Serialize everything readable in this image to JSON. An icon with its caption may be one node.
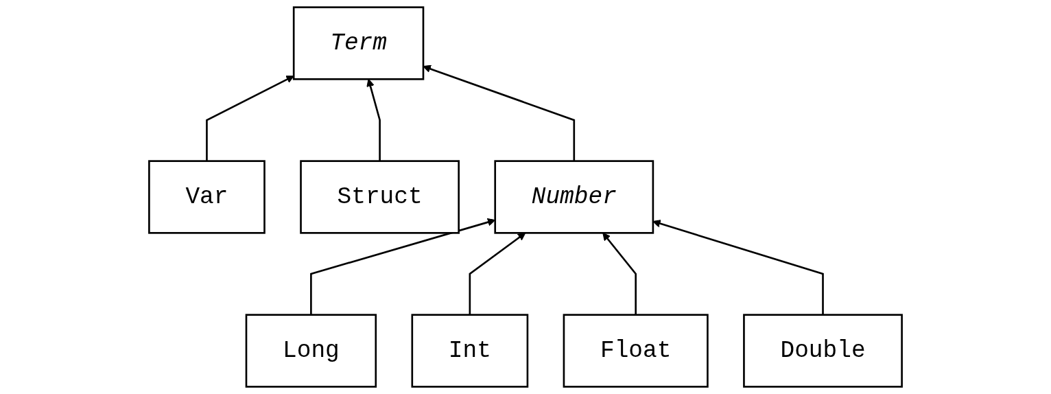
{
  "diagram": {
    "nodes": [
      {
        "text": [
          "Term"
        ]
      },
      {
        "text": [
          "Var"
        ]
      },
      {
        "text": [
          "Struct"
        ]
      },
      {
        "text": [
          "Number"
        ]
      },
      {
        "text": [
          "Long"
        ]
      },
      {
        "text": [
          "Int"
        ]
      },
      {
        "text": [
          "Float"
        ]
      },
      {
        "text": [
          "Double"
        ]
      }
    ],
    "edges": [
      {
        "from": 1,
        "to": 0,
        "arrow": "to"
      },
      {
        "from": 2,
        "to": 0,
        "arrow": "to"
      },
      {
        "from": 3,
        "to": 0,
        "arrow": "to"
      },
      {
        "from": 4,
        "to": 3,
        "arrow": "to"
      },
      {
        "from": 5,
        "to": 3,
        "arrow": "to"
      },
      {
        "from": 6,
        "to": 3,
        "arrow": "to"
      },
      {
        "from": 7,
        "to": 3,
        "arrow": "to"
      }
    ]
  }
}
